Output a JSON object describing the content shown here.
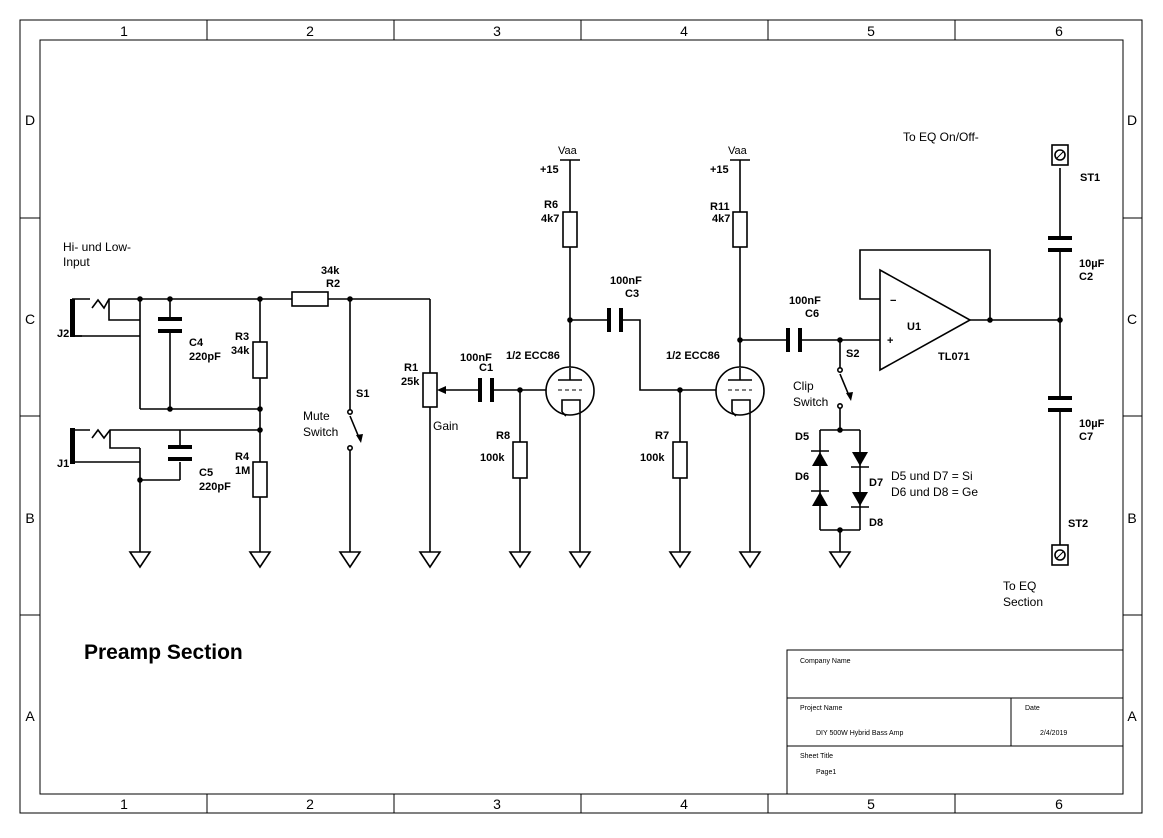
{
  "border": {
    "columns": [
      "1",
      "2",
      "3",
      "4",
      "5",
      "6"
    ],
    "rows": [
      "D",
      "C",
      "B",
      "A"
    ]
  },
  "title": "Preamp Section",
  "notes": {
    "input_line1": "Hi- und Low-",
    "input_line2": "Input",
    "mute_line1": "Mute",
    "mute_line2": "Switch",
    "gain": "Gain",
    "clip_line1": "Clip",
    "clip_line2": "Switch",
    "diode_note1": "D5 und D7 = Si",
    "diode_note2": "D6 und D8 = Ge",
    "eq_onoff": "To EQ On/Off-",
    "eq_section1": "To EQ",
    "eq_section2": "Section"
  },
  "components": {
    "J1": "J1",
    "J2": "J2",
    "C4": "C4",
    "C4_val": "220pF",
    "C5": "C5",
    "C5_val": "220pF",
    "R3": "R3",
    "R3_val": "34k",
    "R4": "R4",
    "R4_val": "1M",
    "R2": "R2",
    "R2_val": "34k",
    "S1": "S1",
    "R1": "R1",
    "R1_val": "25k",
    "C1": "C1",
    "C1_val": "100nF",
    "R8": "R8",
    "R8_val": "100k",
    "V1": "1/2 ECC86",
    "R6": "R6",
    "R6_val": "4k7",
    "C3": "C3",
    "C3_val": "100nF",
    "R7": "R7",
    "R7_val": "100k",
    "V2": "1/2 ECC86",
    "R11": "R11",
    "R11_val": "4k7",
    "C6": "C6",
    "C6_val": "100nF",
    "S2": "S2",
    "U1": "U1",
    "U1_val": "TL071",
    "D5": "D5",
    "D6": "D6",
    "D7": "D7",
    "D8": "D8",
    "C2": "C2",
    "C2_val": "10µF",
    "C7": "C7",
    "C7_val": "10µF",
    "ST1": "ST1",
    "ST2": "ST2",
    "vaa": "Vaa",
    "plus15": "+15",
    "op_minus": "−",
    "op_plus": "+"
  },
  "title_block": {
    "company_label": "Company Name",
    "project_label": "Project Name",
    "project_value": "DIY 500W Hybrid Bass Amp",
    "date_label": "Date",
    "date_value": "2/4/2019",
    "sheet_label": "Sheet Title",
    "sheet_value": "Page1"
  }
}
